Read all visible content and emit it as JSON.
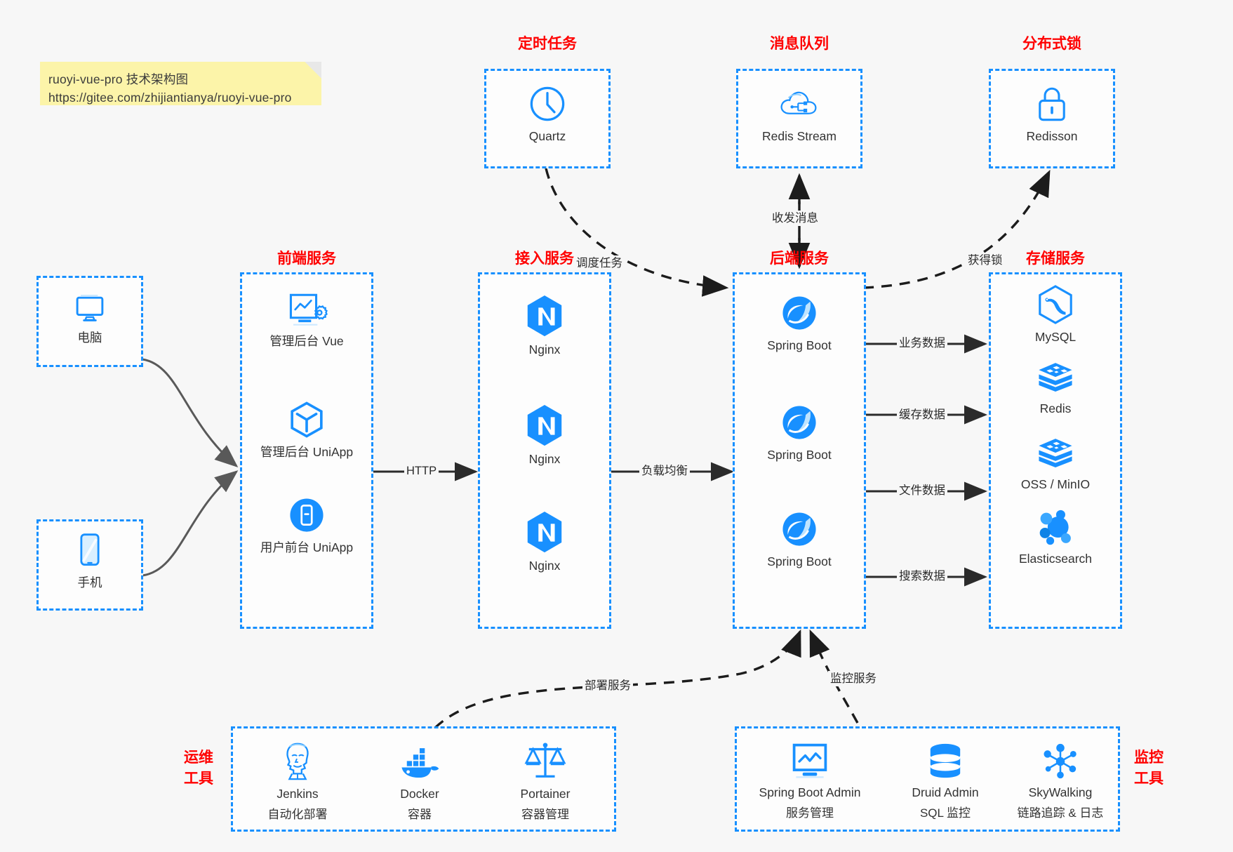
{
  "note": {
    "line1": "ruoyi-vue-pro 技术架构图",
    "line2": "https://gitee.com/zhijiantianya/ruoyi-vue-pro"
  },
  "colors": {
    "accent": "#1890ff",
    "title": "#ff0000",
    "edge": "#2b2b2b",
    "curve": "#595959",
    "note_bg": "#fcf4a9",
    "canvas_bg": "#f7f7f7"
  },
  "groups": {
    "scheduler": {
      "title": "定时任务",
      "items": [
        {
          "label": "Quartz",
          "icon": "clock-icon"
        }
      ]
    },
    "mq": {
      "title": "消息队列",
      "items": [
        {
          "label": "Redis Stream",
          "icon": "cloud-stream-icon"
        }
      ]
    },
    "lock": {
      "title": "分布式锁",
      "items": [
        {
          "label": "Redisson",
          "icon": "padlock-icon"
        }
      ]
    },
    "clients": {
      "items": [
        {
          "label": "电脑",
          "icon": "desktop-monitor-icon"
        },
        {
          "label": "手机",
          "icon": "mobile-phone-icon"
        }
      ]
    },
    "frontend": {
      "title": "前端服务",
      "items": [
        {
          "label": "管理后台 Vue",
          "icon": "dashboard-settings-icon"
        },
        {
          "label": "管理后台 UniApp",
          "icon": "cube-icon"
        },
        {
          "label": "用户前台 UniApp",
          "icon": "mobile-app-icon"
        }
      ]
    },
    "gateway": {
      "title": "接入服务",
      "items": [
        {
          "label": "Nginx",
          "icon": "nginx-icon"
        },
        {
          "label": "Nginx",
          "icon": "nginx-icon"
        },
        {
          "label": "Nginx",
          "icon": "nginx-icon"
        }
      ]
    },
    "backend": {
      "title": "后端服务",
      "items": [
        {
          "label": "Spring Boot",
          "icon": "spring-boot-icon"
        },
        {
          "label": "Spring Boot",
          "icon": "spring-boot-icon"
        },
        {
          "label": "Spring Boot",
          "icon": "spring-boot-icon"
        }
      ]
    },
    "storage": {
      "title": "存储服务",
      "items": [
        {
          "label": "MySQL",
          "icon": "mysql-icon"
        },
        {
          "label": "Redis",
          "icon": "redis-icon"
        },
        {
          "label": "OSS / MinIO",
          "icon": "object-storage-icon"
        },
        {
          "label": "Elasticsearch",
          "icon": "elasticsearch-icon"
        }
      ]
    },
    "devops": {
      "title_line1": "运维",
      "title_line2": "工具",
      "items": [
        {
          "label": "Jenkins",
          "sub": "自动化部署",
          "icon": "jenkins-icon"
        },
        {
          "label": "Docker",
          "sub": "容器",
          "icon": "docker-icon"
        },
        {
          "label": "Portainer",
          "sub": "容器管理",
          "icon": "scales-icon"
        }
      ]
    },
    "monitoring": {
      "title_line1": "监控",
      "title_line2": "工具",
      "items": [
        {
          "label": "Spring Boot Admin",
          "sub": "服务管理",
          "icon": "monitor-chart-icon"
        },
        {
          "label": "Druid Admin",
          "sub": "SQL 监控",
          "icon": "database-icon"
        },
        {
          "label": "SkyWalking",
          "sub": "链路追踪 & 日志",
          "icon": "skywalking-icon"
        }
      ]
    }
  },
  "edges": [
    {
      "id": "http",
      "label": "HTTP"
    },
    {
      "id": "load-balance",
      "label": "负载均衡"
    },
    {
      "id": "schedule-task",
      "label": "调度任务"
    },
    {
      "id": "send-receive-message",
      "label": "收发消息"
    },
    {
      "id": "acquire-lock",
      "label": "获得锁"
    },
    {
      "id": "business-data",
      "label": "业务数据"
    },
    {
      "id": "cache-data",
      "label": "缓存数据"
    },
    {
      "id": "file-data",
      "label": "文件数据"
    },
    {
      "id": "search-data",
      "label": "搜索数据"
    },
    {
      "id": "deploy-service",
      "label": "部署服务"
    },
    {
      "id": "monitor-service",
      "label": "监控服务"
    }
  ]
}
